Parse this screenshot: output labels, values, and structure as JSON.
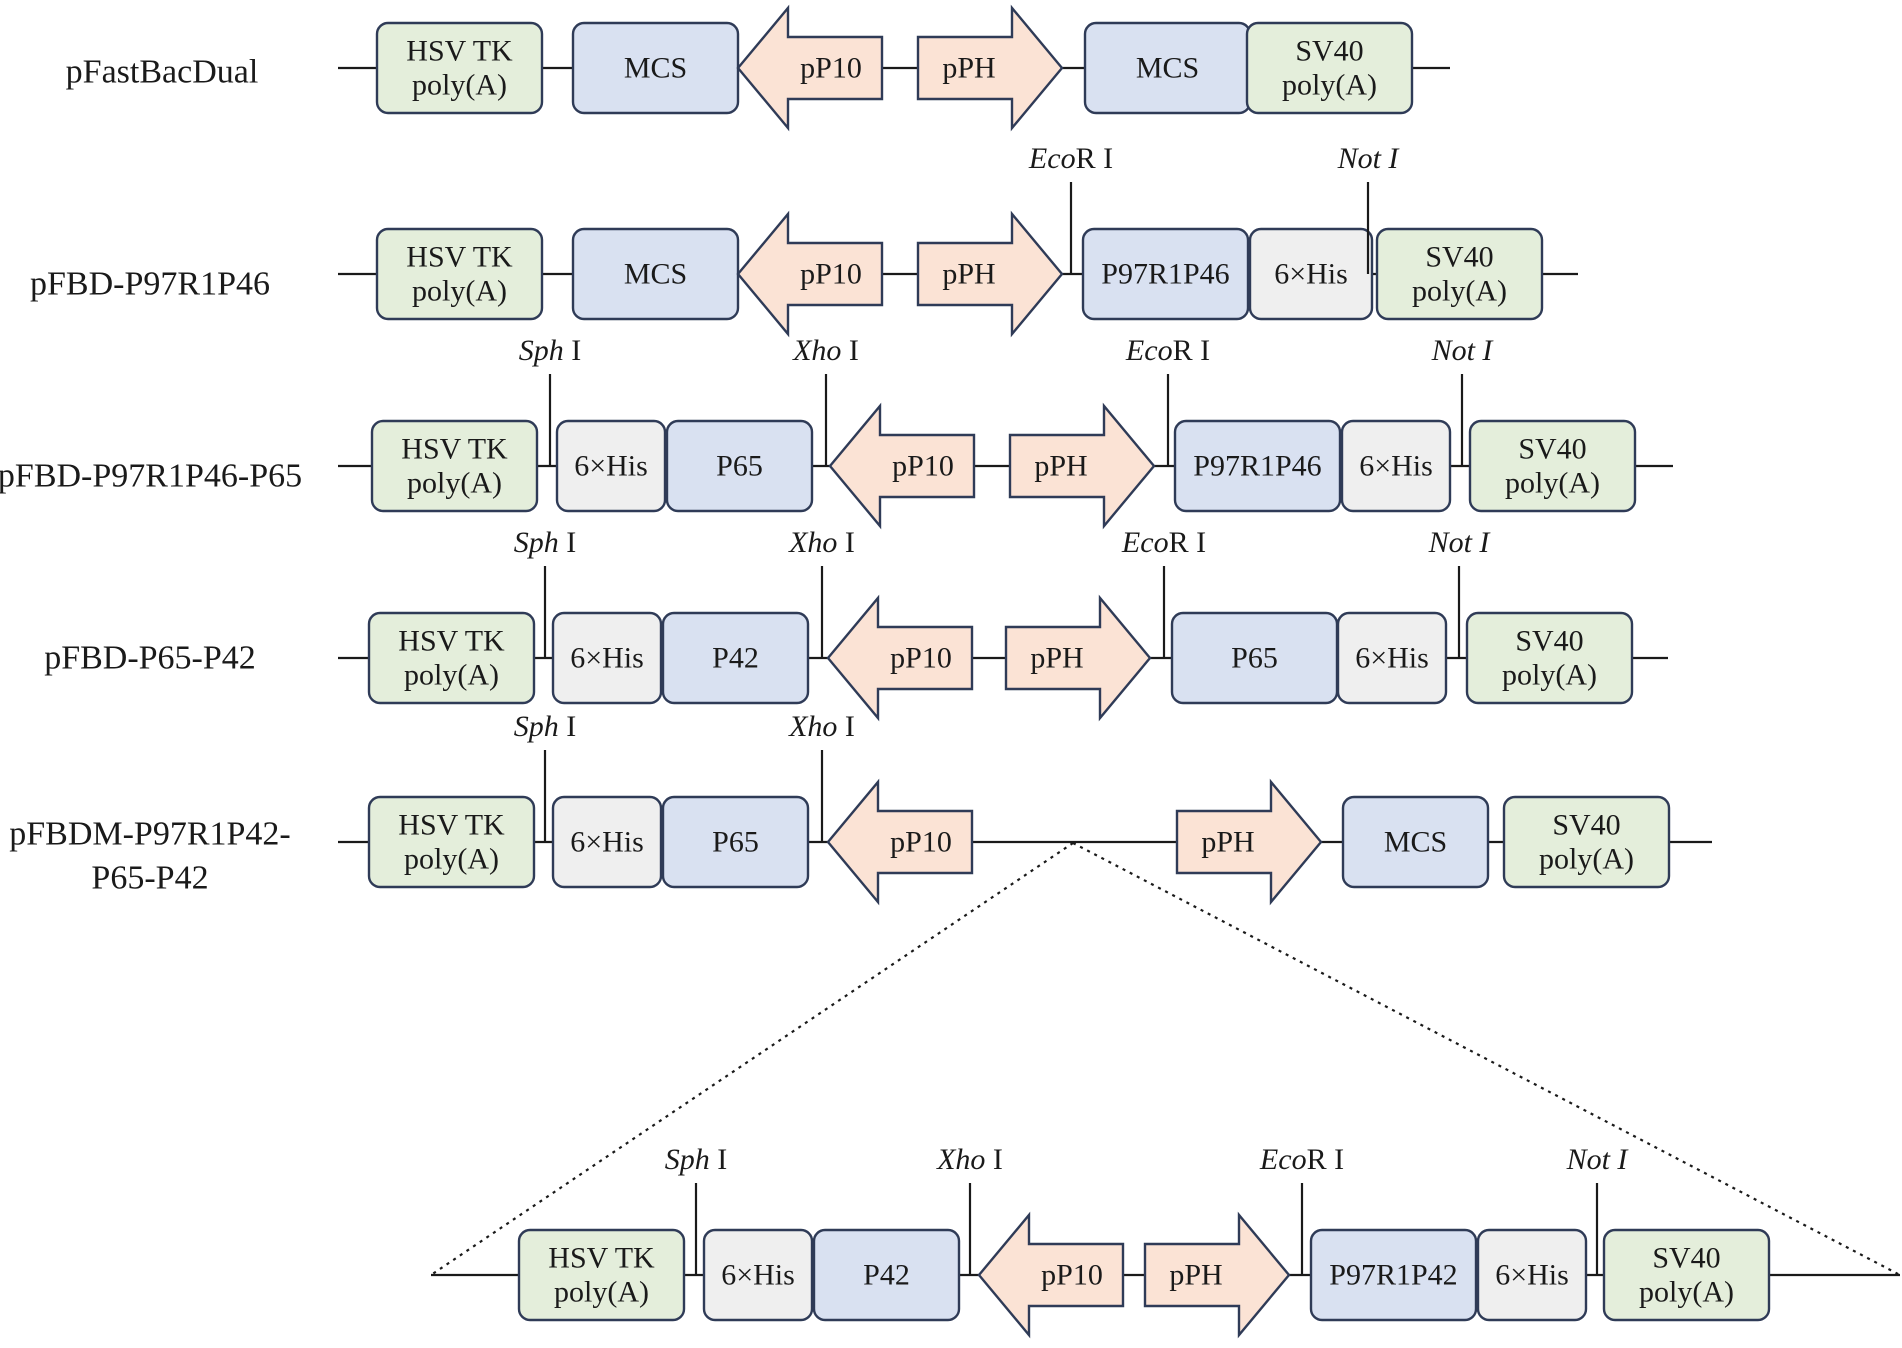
{
  "colors": {
    "green_box": "#e4eedb",
    "blue_box": "#d9e1f1",
    "grey_box": "#efefef",
    "arrow": "#fbe3d5",
    "stroke": "#2f3b57",
    "line": "#1a1a1a"
  },
  "constructs": [
    {
      "name": "pFastBacDual",
      "elements": [
        {
          "kind": "green",
          "lines": [
            "HSV TK",
            "poly(A)"
          ]
        },
        {
          "kind": "blue",
          "lines": [
            "MCS"
          ]
        },
        {
          "kind": "arrow-left",
          "lines": [
            "pP10"
          ]
        },
        {
          "kind": "arrow-right",
          "lines": [
            "pPH"
          ]
        },
        {
          "kind": "blue",
          "lines": [
            "MCS"
          ]
        },
        {
          "kind": "green",
          "lines": [
            "SV40",
            "poly(A)"
          ]
        }
      ],
      "sites": []
    },
    {
      "name": "pFBD-P97R1P46",
      "elements": [
        {
          "kind": "green",
          "lines": [
            "HSV TK",
            "poly(A)"
          ]
        },
        {
          "kind": "blue",
          "lines": [
            "MCS"
          ]
        },
        {
          "kind": "arrow-left",
          "lines": [
            "pP10"
          ]
        },
        {
          "kind": "arrow-right",
          "lines": [
            "pPH"
          ]
        },
        {
          "kind": "blue",
          "lines": [
            "P97R1P46"
          ]
        },
        {
          "kind": "grey",
          "lines": [
            "6×His"
          ]
        },
        {
          "kind": "green",
          "lines": [
            "SV40",
            "poly(A)"
          ]
        }
      ],
      "sites": [
        {
          "italic": "Eco",
          "roman": "R I"
        },
        {
          "italic": "Not I",
          "roman": ""
        }
      ]
    },
    {
      "name": "pFBD-P97R1P46-P65",
      "elements": [
        {
          "kind": "green",
          "lines": [
            "HSV TK",
            "poly(A)"
          ]
        },
        {
          "kind": "grey",
          "lines": [
            "6×His"
          ]
        },
        {
          "kind": "blue",
          "lines": [
            "P65"
          ]
        },
        {
          "kind": "arrow-left",
          "lines": [
            "pP10"
          ]
        },
        {
          "kind": "arrow-right",
          "lines": [
            "pPH"
          ]
        },
        {
          "kind": "blue",
          "lines": [
            "P97R1P46"
          ]
        },
        {
          "kind": "grey",
          "lines": [
            "6×His"
          ]
        },
        {
          "kind": "green",
          "lines": [
            "SV40",
            "poly(A)"
          ]
        }
      ],
      "sites": [
        {
          "italic": "Sph",
          "roman": " I"
        },
        {
          "italic": "Xho",
          "roman": " I"
        },
        {
          "italic": "Eco",
          "roman": "R I"
        },
        {
          "italic": "Not I",
          "roman": ""
        }
      ]
    },
    {
      "name": "pFBD-P65-P42",
      "elements": [
        {
          "kind": "green",
          "lines": [
            "HSV TK",
            "poly(A)"
          ]
        },
        {
          "kind": "grey",
          "lines": [
            "6×His"
          ]
        },
        {
          "kind": "blue",
          "lines": [
            "P42"
          ]
        },
        {
          "kind": "arrow-left",
          "lines": [
            "pP10"
          ]
        },
        {
          "kind": "arrow-right",
          "lines": [
            "pPH"
          ]
        },
        {
          "kind": "blue",
          "lines": [
            "P65"
          ]
        },
        {
          "kind": "grey",
          "lines": [
            "6×His"
          ]
        },
        {
          "kind": "green",
          "lines": [
            "SV40",
            "poly(A)"
          ]
        }
      ],
      "sites": [
        {
          "italic": "Sph",
          "roman": " I"
        },
        {
          "italic": "Xho",
          "roman": " I"
        },
        {
          "italic": "Eco",
          "roman": "R I"
        },
        {
          "italic": "Not I",
          "roman": ""
        }
      ]
    },
    {
      "name": "pFBDM-P97R1P42-P65-P42",
      "name_lines": [
        "pFBDM-P97R1P42-",
        "P65-P42"
      ],
      "elements": [
        {
          "kind": "green",
          "lines": [
            "HSV TK",
            "poly(A)"
          ]
        },
        {
          "kind": "grey",
          "lines": [
            "6×His"
          ]
        },
        {
          "kind": "blue",
          "lines": [
            "P65"
          ]
        },
        {
          "kind": "arrow-left",
          "lines": [
            "pP10"
          ]
        },
        {
          "kind": "arrow-right",
          "lines": [
            "pPH"
          ]
        },
        {
          "kind": "blue",
          "lines": [
            "MCS"
          ]
        },
        {
          "kind": "green",
          "lines": [
            "SV40",
            "poly(A)"
          ]
        }
      ],
      "sites": [
        {
          "italic": "Sph",
          "roman": " I"
        },
        {
          "italic": "Xho",
          "roman": " I"
        }
      ]
    },
    {
      "name": "",
      "elements": [
        {
          "kind": "green",
          "lines": [
            "HSV TK",
            "poly(A)"
          ]
        },
        {
          "kind": "grey",
          "lines": [
            "6×His"
          ]
        },
        {
          "kind": "blue",
          "lines": [
            "P42"
          ]
        },
        {
          "kind": "arrow-left",
          "lines": [
            "pP10"
          ]
        },
        {
          "kind": "arrow-right",
          "lines": [
            "pPH"
          ]
        },
        {
          "kind": "blue",
          "lines": [
            "P97R1P42"
          ]
        },
        {
          "kind": "grey",
          "lines": [
            "6×His"
          ]
        },
        {
          "kind": "green",
          "lines": [
            "SV40",
            "poly(A)"
          ]
        }
      ],
      "sites": [
        {
          "italic": "Sph",
          "roman": " I"
        },
        {
          "italic": "Xho",
          "roman": " I"
        },
        {
          "italic": "Eco",
          "roman": "R I"
        },
        {
          "italic": "Not I",
          "roman": ""
        }
      ]
    }
  ]
}
